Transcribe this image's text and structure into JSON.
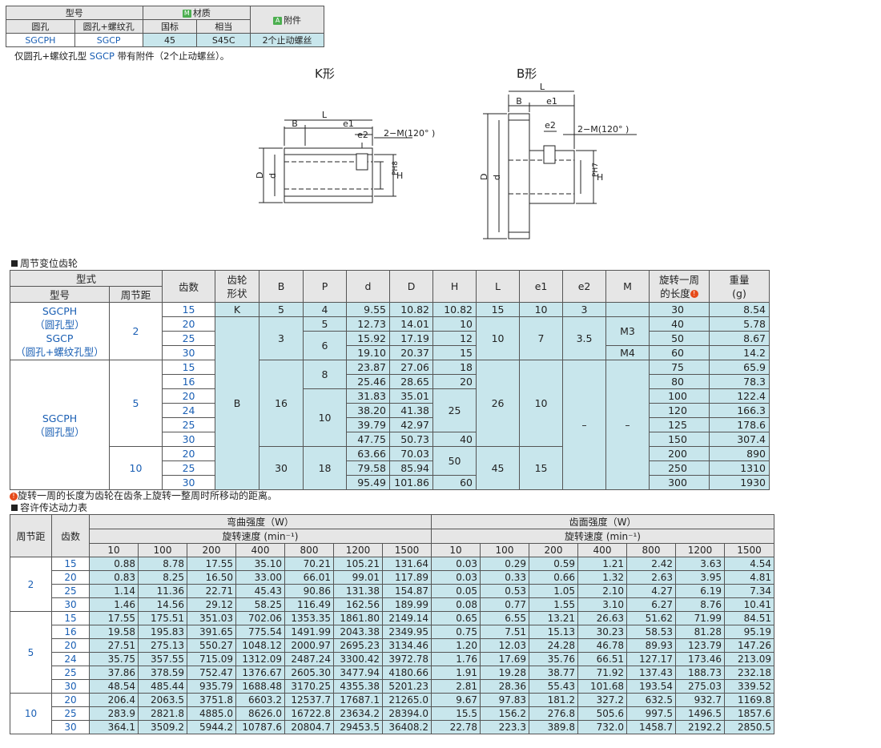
{
  "material_table": {
    "h_model": "型号",
    "h_material": "材质",
    "h_accessory": "附件",
    "h_round": "圆孔",
    "h_round_tap": "圆孔+螺纹孔",
    "h_std": "国标",
    "h_equiv": "相当",
    "icon_m": "M",
    "icon_a": "A",
    "row": [
      "SGCPH",
      "SGCP",
      "45",
      "S45C",
      "2个止动螺丝"
    ]
  },
  "material_note_pre": "仅圆孔+螺纹孔型 ",
  "material_note_model": "SGCP",
  "material_note_post": " 带有附件（2个止动螺丝）。",
  "shapes": {
    "k_title": "K形",
    "b_title": "B形"
  },
  "drawing_labels": {
    "L": "L",
    "B": "B",
    "e1": "e1",
    "e2": "e2",
    "M": "2−M(120° )",
    "D": "D",
    "d": "d",
    "H": "H",
    "PH8": "PH8",
    "PH7": "PH7"
  },
  "gear_section_title": "周节变位齿轮",
  "gear_headers": {
    "model": "型式",
    "type": "型号",
    "pitch": "周节距",
    "teeth": "齿数",
    "shape": "齿轮形状",
    "B": "B",
    "P": "P",
    "d": "d",
    "D": "D",
    "H": "H",
    "L": "L",
    "e1": "e1",
    "e2": "e2",
    "M": "M",
    "len": "旋转一周的长度",
    "weight": "重量(g)"
  },
  "gear_groups": [
    {
      "name": "SGCPH\n（圆孔型）\nSGCP\n（圆孔+螺纹孔型）",
      "pitch": "2"
    },
    {
      "name": "SGCPH\n（圆孔型）",
      "pitch": "5"
    },
    {
      "pitch": "10"
    }
  ],
  "gear_rows": [
    [
      "15",
      "K",
      "5",
      "4",
      "9.55",
      "10.82",
      "10.82",
      "15",
      "10",
      "3",
      "",
      "30",
      "8.54"
    ],
    [
      "20",
      "",
      "",
      "5",
      "12.73",
      "14.01",
      "10",
      "",
      "",
      "",
      "M3",
      "40",
      "5.78"
    ],
    [
      "25",
      "",
      "3",
      "6",
      "15.92",
      "17.19",
      "12",
      "10",
      "7",
      "3.5",
      "",
      "50",
      "8.67"
    ],
    [
      "30",
      "",
      "",
      "",
      "19.10",
      "20.37",
      "15",
      "",
      "",
      "",
      "M4",
      "60",
      "14.2"
    ],
    [
      "15",
      "",
      "",
      "8",
      "23.87",
      "27.06",
      "18",
      "",
      "",
      "",
      "",
      "75",
      "65.9"
    ],
    [
      "16",
      "",
      "",
      "",
      "25.46",
      "28.65",
      "20",
      "",
      "",
      "",
      "",
      "80",
      "78.3"
    ],
    [
      "20",
      "B",
      "16",
      "",
      "31.83",
      "35.01",
      "",
      "26",
      "10",
      "",
      "",
      "100",
      "122.4"
    ],
    [
      "24",
      "",
      "",
      "10",
      "38.20",
      "41.38",
      "25",
      "",
      "",
      "–",
      "–",
      "120",
      "166.3"
    ],
    [
      "25",
      "",
      "",
      "",
      "39.79",
      "42.97",
      "",
      "",
      "",
      "",
      "",
      "125",
      "178.6"
    ],
    [
      "30",
      "",
      "",
      "",
      "47.75",
      "50.73",
      "40",
      "",
      "",
      "",
      "",
      "150",
      "307.4"
    ],
    [
      "20",
      "",
      "",
      "",
      "63.66",
      "70.03",
      "50",
      "",
      "",
      "",
      "",
      "200",
      "890"
    ],
    [
      "25",
      "",
      "30",
      "18",
      "79.58",
      "85.94",
      "",
      "45",
      "15",
      "",
      "",
      "250",
      "1310"
    ],
    [
      "30",
      "",
      "",
      "",
      "95.49",
      "101.86",
      "60",
      "",
      "",
      "",
      "",
      "300",
      "1930"
    ]
  ],
  "gear_note": "旋转一周的长度为齿轮在齿条上旋转一整周时所移动的距离。",
  "power_section_title": "容许传达动力表",
  "power_headers": {
    "pitch": "周节距",
    "teeth": "齿数",
    "bend": "弯曲强度（W）",
    "face": "齿面强度（W）",
    "speed": "旋转速度 (min⁻¹)",
    "speeds": [
      "10",
      "100",
      "200",
      "400",
      "800",
      "1200",
      "1500"
    ]
  },
  "power_pitches": [
    "2",
    "5",
    "10"
  ],
  "power_rows": [
    [
      "15",
      "0.88",
      "8.78",
      "17.55",
      "35.10",
      "70.21",
      "105.21",
      "131.64",
      "0.03",
      "0.29",
      "0.59",
      "1.21",
      "2.42",
      "3.63",
      "4.54"
    ],
    [
      "20",
      "0.83",
      "8.25",
      "16.50",
      "33.00",
      "66.01",
      "99.01",
      "117.89",
      "0.03",
      "0.33",
      "0.66",
      "1.32",
      "2.63",
      "3.95",
      "4.81"
    ],
    [
      "25",
      "1.14",
      "11.36",
      "22.71",
      "45.43",
      "90.86",
      "131.38",
      "154.87",
      "0.05",
      "0.53",
      "1.05",
      "2.10",
      "4.27",
      "6.19",
      "7.34"
    ],
    [
      "30",
      "1.46",
      "14.56",
      "29.12",
      "58.25",
      "116.49",
      "162.56",
      "189.99",
      "0.08",
      "0.77",
      "1.55",
      "3.10",
      "6.27",
      "8.76",
      "10.41"
    ],
    [
      "15",
      "17.55",
      "175.51",
      "351.03",
      "702.06",
      "1353.35",
      "1861.80",
      "2149.14",
      "0.65",
      "6.55",
      "13.21",
      "26.63",
      "51.62",
      "71.99",
      "84.51"
    ],
    [
      "16",
      "19.58",
      "195.83",
      "391.65",
      "775.54",
      "1491.99",
      "2043.38",
      "2349.95",
      "0.75",
      "7.51",
      "15.13",
      "30.23",
      "58.53",
      "81.28",
      "95.19"
    ],
    [
      "20",
      "27.51",
      "275.13",
      "550.27",
      "1048.12",
      "2000.97",
      "2695.23",
      "3134.46",
      "1.20",
      "12.03",
      "24.28",
      "46.78",
      "89.93",
      "123.79",
      "147.26"
    ],
    [
      "24",
      "35.75",
      "357.55",
      "715.09",
      "1312.09",
      "2487.24",
      "3300.42",
      "3972.78",
      "1.76",
      "17.69",
      "35.76",
      "66.51",
      "127.17",
      "173.46",
      "213.09"
    ],
    [
      "25",
      "37.86",
      "378.59",
      "752.47",
      "1376.67",
      "2605.30",
      "3477.94",
      "4180.66",
      "1.91",
      "19.28",
      "38.77",
      "71.92",
      "137.43",
      "188.73",
      "232.18"
    ],
    [
      "30",
      "48.54",
      "485.44",
      "935.79",
      "1688.48",
      "3170.25",
      "4355.38",
      "5201.23",
      "2.81",
      "28.36",
      "55.43",
      "101.68",
      "193.54",
      "275.03",
      "339.52"
    ],
    [
      "20",
      "206.4",
      "2063.5",
      "3751.8",
      "6603.2",
      "12537.7",
      "17687.1",
      "21265.0",
      "9.67",
      "97.83",
      "181.2",
      "327.2",
      "632.5",
      "932.7",
      "1169.8"
    ],
    [
      "25",
      "283.9",
      "2821.8",
      "4885.0",
      "8626.0",
      "16722.8",
      "23634.2",
      "28394.0",
      "15.5",
      "156.2",
      "276.8",
      "505.6",
      "997.5",
      "1496.5",
      "1857.6"
    ],
    [
      "30",
      "364.1",
      "3509.2",
      "5944.2",
      "10787.6",
      "20804.7",
      "29453.5",
      "36408.2",
      "22.78",
      "223.3",
      "389.8",
      "732.0",
      "1458.7",
      "2192.2",
      "2850.5"
    ]
  ]
}
